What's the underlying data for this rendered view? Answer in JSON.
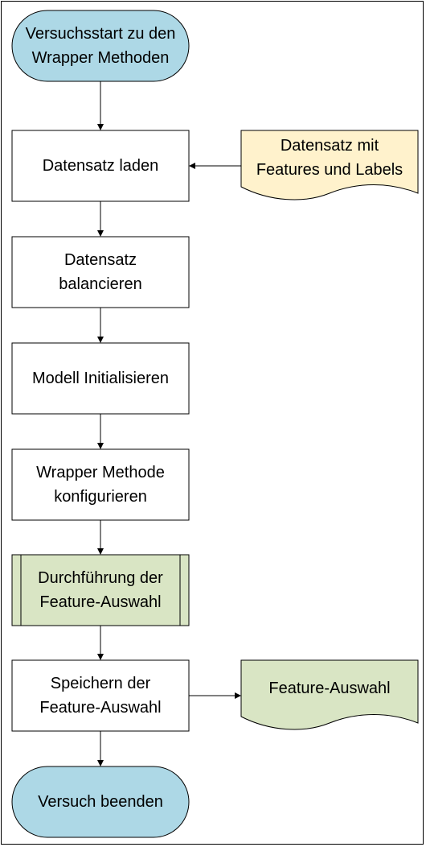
{
  "colors": {
    "terminal_fill": "#add8e6",
    "document_input_fill": "#fff2cc",
    "subprocess_fill": "#d9e5c4",
    "document_output_fill": "#d9e5c4",
    "process_fill": "#ffffff",
    "stroke": "#000000"
  },
  "flow": {
    "start": "Versuchsstart zu den\nWrapper Methoden",
    "load_dataset": "Datensatz laden",
    "input_document": "Datensatz mit\nFeatures und Labels",
    "balance_dataset": "Datensatz\nbalancieren",
    "init_model": "Modell Initialisieren",
    "configure_wrapper": "Wrapper Methode\nkonfigurieren",
    "run_selection": "Durchführung der\nFeature-Auswahl",
    "save_selection": "Speichern der\nFeature-Auswahl",
    "output_document": "Feature-Auswahl",
    "end": "Versuch beenden"
  }
}
